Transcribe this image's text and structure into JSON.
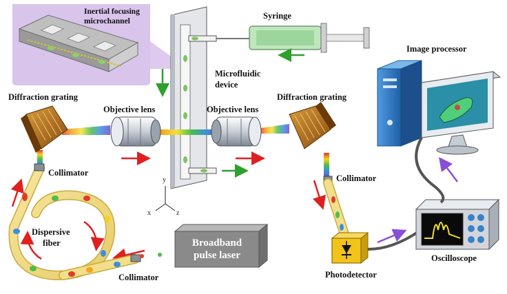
{
  "labels": {
    "inertial_focusing": "Inertial focusing",
    "microchannel": "microchannel",
    "syringe": "Syringe",
    "image_processor": "Image processor",
    "microfluidic": "Microfluidic",
    "device": "device",
    "diffraction_left": "Diffraction grating",
    "diffraction_right": "Diffraction grating",
    "objective_left": "Objective lens",
    "objective_right": "Objective lens",
    "collimator_left": "Collimator",
    "collimator_right": "Collimator",
    "collimator_bottom": "Collimator",
    "dispersive": "Dispersive",
    "fiber": "fiber",
    "broadband": "Broadband",
    "pulse_laser": "pulse laser",
    "photodetector": "Photodetector",
    "oscilloscope": "Oscilloscope"
  },
  "axes": {
    "x": "x",
    "y": "y",
    "z": "z"
  },
  "colors": {
    "red_arrow": "#e02020",
    "green_arrow": "#2ea02e",
    "purple_arrow": "#8a4fd8",
    "inset_bg": "#d9c4ec",
    "laser_box": "#8a8a8a",
    "monitor_blue": "#2a78c8"
  }
}
